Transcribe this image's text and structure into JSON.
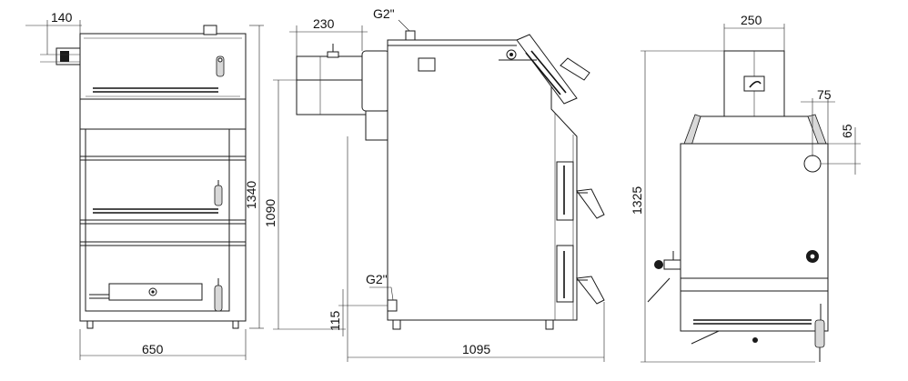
{
  "views": {
    "front": {
      "width_dim": "650",
      "height_dim": "1340",
      "handle_offset_dim": "140"
    },
    "side": {
      "length_dim": "1095",
      "height_dim": "1090",
      "outlet_dim": "230",
      "low_conn_dim": "115",
      "top_thread": "G2\"",
      "bottom_thread": "G2\""
    },
    "rear": {
      "flue_dim": "250",
      "height_dim": "1325",
      "conn_offset_x": "75",
      "conn_offset_y": "65"
    }
  }
}
